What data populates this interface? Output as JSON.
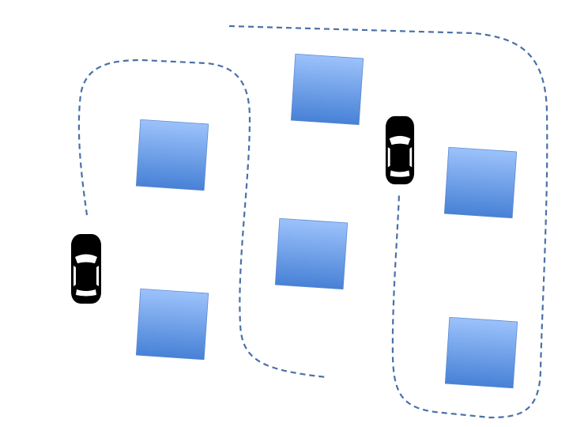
{
  "colors": {
    "block_top": "#9cc2fb",
    "block_bottom": "#4781d6",
    "block_edge": "#5a8ad0",
    "path": "#4a70a8",
    "car": "#000000"
  },
  "blocks": [
    {
      "id": "block-1"
    },
    {
      "id": "block-2"
    },
    {
      "id": "block-3"
    },
    {
      "id": "block-4"
    },
    {
      "id": "block-5"
    },
    {
      "id": "block-6"
    }
  ],
  "cars": [
    {
      "id": "car-left",
      "heading": "up"
    },
    {
      "id": "car-right",
      "heading": "up"
    }
  ]
}
